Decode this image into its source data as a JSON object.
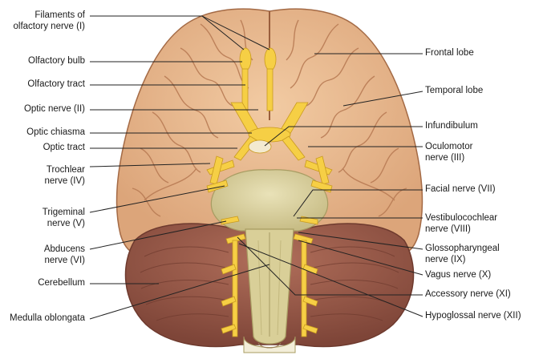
{
  "left_labels": [
    {
      "id": "filaments",
      "line1": "Filaments of",
      "line2": "olfactory nerve (I)"
    },
    {
      "id": "bulb",
      "line1": "Olfactory bulb"
    },
    {
      "id": "tract",
      "line1": "Olfactory tract"
    },
    {
      "id": "optic-nerve",
      "line1": "Optic nerve (II)"
    },
    {
      "id": "chiasma",
      "line1": "Optic chiasma"
    },
    {
      "id": "optic-tract",
      "line1": "Optic tract"
    },
    {
      "id": "trochlear",
      "line1": "Trochlear",
      "line2": "nerve (IV)"
    },
    {
      "id": "trigeminal",
      "line1": "Trigeminal",
      "line2": "nerve (V)"
    },
    {
      "id": "abducens",
      "line1": "Abducens",
      "line2": "nerve (VI)"
    },
    {
      "id": "cerebellum",
      "line1": "Cerebellum"
    },
    {
      "id": "medulla",
      "line1": "Medulla oblongata"
    }
  ],
  "right_labels": [
    {
      "id": "frontal",
      "line1": "Frontal lobe"
    },
    {
      "id": "temporal",
      "line1": "Temporal lobe"
    },
    {
      "id": "infundibulum",
      "line1": "Infundibulum"
    },
    {
      "id": "oculomotor",
      "line1": "Oculomotor",
      "line2": "nerve (III)"
    },
    {
      "id": "facial",
      "line1": "Facial nerve (VII)"
    },
    {
      "id": "vestibulocochlear",
      "line1": "Vestibulocochlear",
      "line2": "nerve (VIII)"
    },
    {
      "id": "glossopharyngeal",
      "line1": "Glossopharyngeal",
      "line2": "nerve (IX)"
    },
    {
      "id": "vagus",
      "line1": "Vagus nerve (X)"
    },
    {
      "id": "accessory",
      "line1": "Accessory nerve (XI)"
    },
    {
      "id": "hypoglossal",
      "line1": "Hypoglossal nerve (XII)"
    }
  ],
  "colors": {
    "cerebrum": "#e8b88e",
    "sulcus": "#b97c55",
    "cerebellum": "#9c5c4c",
    "nerve": "#f6cf45",
    "nerve_edge": "#c99a1e",
    "pons": "#dcd3a2",
    "leader": "#222222"
  }
}
